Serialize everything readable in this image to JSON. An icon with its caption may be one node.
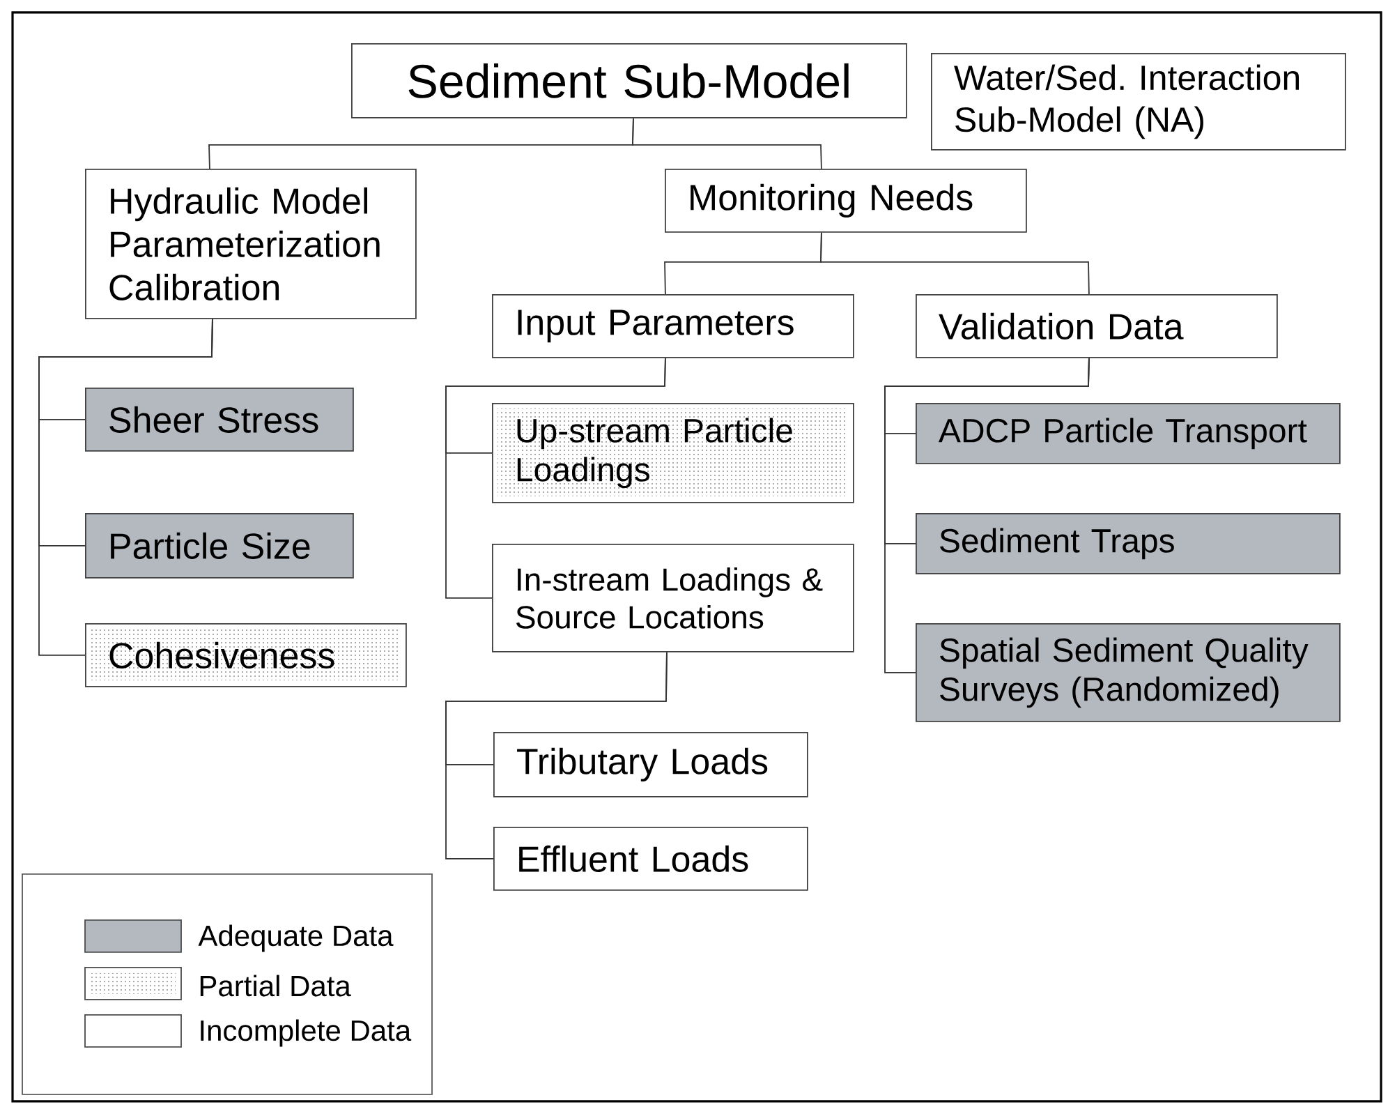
{
  "diagram": {
    "nodes": [
      {
        "text": [
          "Sediment Sub-Model"
        ]
      },
      {
        "text": [
          "Water/Sed. Interaction Sub-Model (NA)"
        ]
      },
      {
        "text": [
          "Hydraulic Model Parameterization Calibration"
        ]
      },
      {
        "text": [
          "Monitoring Needs"
        ]
      },
      {
        "text": [
          "Input Parameters"
        ]
      },
      {
        "text": [
          "Validation Data"
        ]
      },
      {
        "text": [
          "Sheer Stress"
        ]
      },
      {
        "text": [
          "Particle Size"
        ]
      },
      {
        "text": [
          "Cohesiveness"
        ]
      },
      {
        "text": [
          "Up-stream Particle Loadings"
        ]
      },
      {
        "text": [
          "In-stream Loadings & Source Locations"
        ]
      },
      {
        "text": [
          "ADCP Particle Transport"
        ]
      },
      {
        "text": [
          "Sediment Traps"
        ]
      },
      {
        "text": [
          "Spatial Sediment Quality Surveys (Randomized)"
        ]
      },
      {
        "text": [
          "Tributary Loads"
        ]
      },
      {
        "text": [
          "Effluent Loads"
        ]
      }
    ],
    "edges": [
      {
        "from": 0,
        "to": 2,
        "arrow": "none"
      },
      {
        "from": 0,
        "to": 3,
        "arrow": "none"
      },
      {
        "from": 3,
        "to": 4,
        "arrow": "none"
      },
      {
        "from": 3,
        "to": 5,
        "arrow": "none"
      },
      {
        "from": 2,
        "to": 6,
        "arrow": "none"
      },
      {
        "from": 2,
        "to": 7,
        "arrow": "none"
      },
      {
        "from": 2,
        "to": 8,
        "arrow": "none"
      },
      {
        "from": 4,
        "to": 9,
        "arrow": "none"
      },
      {
        "from": 4,
        "to": 10,
        "arrow": "none"
      },
      {
        "from": 5,
        "to": 11,
        "arrow": "none"
      },
      {
        "from": 5,
        "to": 12,
        "arrow": "none"
      },
      {
        "from": 5,
        "to": 13,
        "arrow": "none"
      },
      {
        "from": 10,
        "to": 14,
        "arrow": "none"
      },
      {
        "from": 10,
        "to": 15,
        "arrow": "none"
      }
    ],
    "legend": [
      {
        "text": "Adequate Data",
        "color": "#b4b9c0"
      },
      {
        "text": "Partial Data"
      },
      {
        "text": "Incomplete Data"
      }
    ]
  }
}
